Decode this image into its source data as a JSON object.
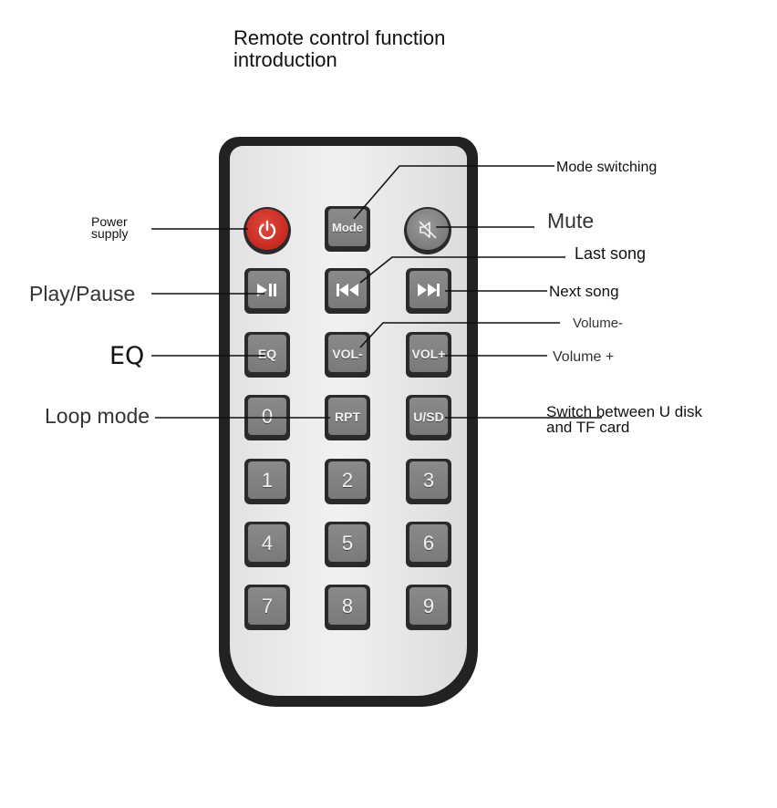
{
  "title": {
    "line1": "Remote control function",
    "line2": "introduction"
  },
  "buttons": {
    "mode": "Mode",
    "eq": "EQ",
    "vol_minus": "VOL-",
    "vol_plus": "VOL+",
    "num0": "0",
    "rpt": "RPT",
    "usd": "U/SD",
    "num1": "1",
    "num2": "2",
    "num3": "3",
    "num4": "4",
    "num5": "5",
    "num6": "6",
    "num7": "7",
    "num8": "8",
    "num9": "9"
  },
  "labels": {
    "power_line1": "Power",
    "power_line2": "supply",
    "mode_switching": "Mode switching",
    "mute": "Mute",
    "last_song": "Last song",
    "play_pause": "Play/Pause",
    "next_song": "Next song",
    "volume_minus": "Volume-",
    "eq": "EQ",
    "volume_plus": "Volume +",
    "loop_mode": "Loop mode",
    "switch_line1": "Switch between U disk",
    "switch_line2": "and TF card"
  },
  "icons": {
    "power": "power-icon",
    "mute": "mute-icon",
    "play_pause": "play-pause-icon",
    "previous": "previous-track-icon",
    "next": "next-track-icon"
  },
  "colors": {
    "power_button": "#d3362c",
    "remote_body": "#222222",
    "button_face": "#808080"
  }
}
